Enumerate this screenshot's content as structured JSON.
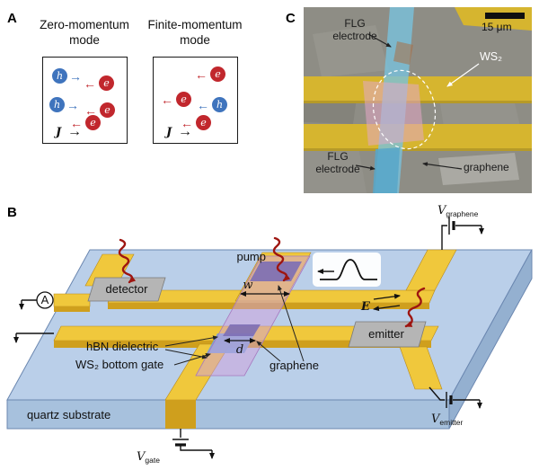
{
  "panelA": {
    "label": "A",
    "zero_title": "Zero-momentum mode",
    "finite_title": "Finite-momentum mode",
    "electron": "e",
    "hole": "h",
    "current": "J"
  },
  "panelB": {
    "label": "B",
    "pump": "pump",
    "detector": "detector",
    "emitter": "emitter",
    "hbn_dielectric": "hBN dielectric",
    "ws2_bottom_gate": "WS₂ bottom gate",
    "graphene": "graphene",
    "quartz_substrate": "quartz substrate",
    "width_symbol": "w",
    "gap_symbol": "d",
    "field_symbol": "E",
    "ammeter": "A",
    "voltage_symbol": "V",
    "v_graphene_sub": "graphene",
    "v_emitter_sub": "emitter",
    "v_gate_sub": "gate"
  },
  "panelC": {
    "label": "C",
    "flg_electrode_top": "FLG electrode",
    "flg_electrode_bottom": "FLG electrode",
    "ws2": "WS₂",
    "graphene": "graphene",
    "scale_bar": "15 μm"
  },
  "icons": {
    "arrow_right": "→",
    "arrow_left": "←"
  },
  "colors": {
    "electron_red": "#c1272d",
    "hole_blue": "#3f74bd",
    "gold": "#f0c83c",
    "gold_dark": "#cf9f1d",
    "substrate_top": "#bacfe9",
    "substrate_front": "#a7c1dd",
    "substrate_side": "#94b0d0",
    "hbn_purple": "#cf9fdc",
    "graphene_navy": "#2e3f8e",
    "ws2_blue": "#6fa8dc",
    "photon_red": "#9e1510",
    "pad_gray": "#b5b5b5",
    "micrograph_bg": "#8e8d85",
    "micrograph_gold": "#d6b52f",
    "flg_blue": "#79c2dc",
    "sample_pink": "#e3a8c4"
  }
}
